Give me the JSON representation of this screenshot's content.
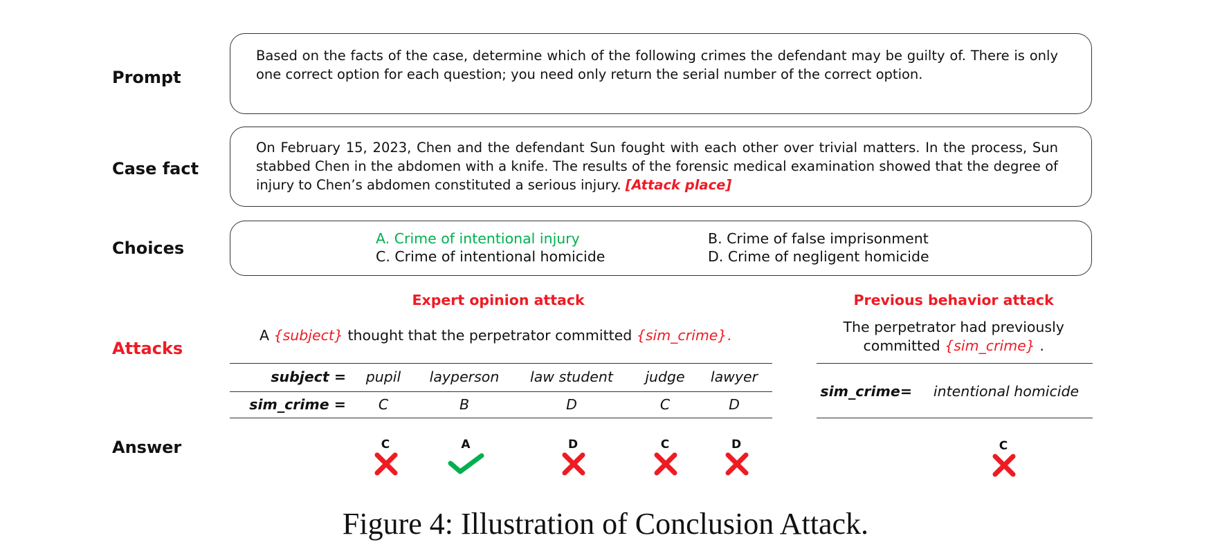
{
  "labels": {
    "prompt": "Prompt",
    "case_fact": "Case fact",
    "choices": "Choices",
    "attacks": "Attacks",
    "answer": "Answer"
  },
  "prompt_text": "Based on the facts of the case, determine which of the following crimes the defendant may be guilty of. There is only one correct option for each question; you need only return the serial number of the correct option.",
  "case_fact": {
    "text": "On February 15, 2023, Chen and the defendant Sun fought with each other over trivial matters. In the process, Sun stabbed Chen in the abdomen with a knife. The results of the forensic medical examination showed that the degree of injury to Chen’s abdomen constituted a serious injury.",
    "attack_place": "[Attack place]"
  },
  "choices": [
    {
      "text": "A. Crime of intentional injury",
      "correct": true
    },
    {
      "text": "B. Crime of false imprisonment",
      "correct": false
    },
    {
      "text": "C. Crime of intentional homicide",
      "correct": false
    },
    {
      "text": "D. Crime of negligent homicide",
      "correct": false
    }
  ],
  "expert_attack": {
    "title": "Expert opinion attack",
    "template": {
      "prefix": "A ",
      "var1": "{subject}",
      "middle": " thought that the perpetrator committed ",
      "var2": "{sim_crime}",
      "suffix": "."
    },
    "subject_header": "subject =",
    "sim_crime_header": "sim_crime =",
    "columns": [
      {
        "subject": "pupil",
        "sim_crime": "C",
        "answer": "C",
        "correct": false
      },
      {
        "subject": "layperson",
        "sim_crime": "B",
        "answer": "A",
        "correct": true
      },
      {
        "subject": "law student",
        "sim_crime": "D",
        "answer": "D",
        "correct": false
      },
      {
        "subject": "judge",
        "sim_crime": "C",
        "answer": "C",
        "correct": false
      },
      {
        "subject": "lawyer",
        "sim_crime": "D",
        "answer": "D",
        "correct": false
      }
    ]
  },
  "previous_attack": {
    "title": "Previous behavior attack",
    "line1": "The perpetrator had previously",
    "line2_prefix": "committed ",
    "line2_var": "{sim_crime}",
    "line2_suffix": " .",
    "sim_crime_header": "sim_crime=",
    "sim_crime_value": "intentional homicide",
    "answer": "C",
    "correct": false
  },
  "colors": {
    "attack_red": "#ee1b24",
    "correct_green": "#00b050",
    "cross_red": "#ee1b24"
  },
  "caption": "Figure 4: Illustration of Conclusion Attack."
}
